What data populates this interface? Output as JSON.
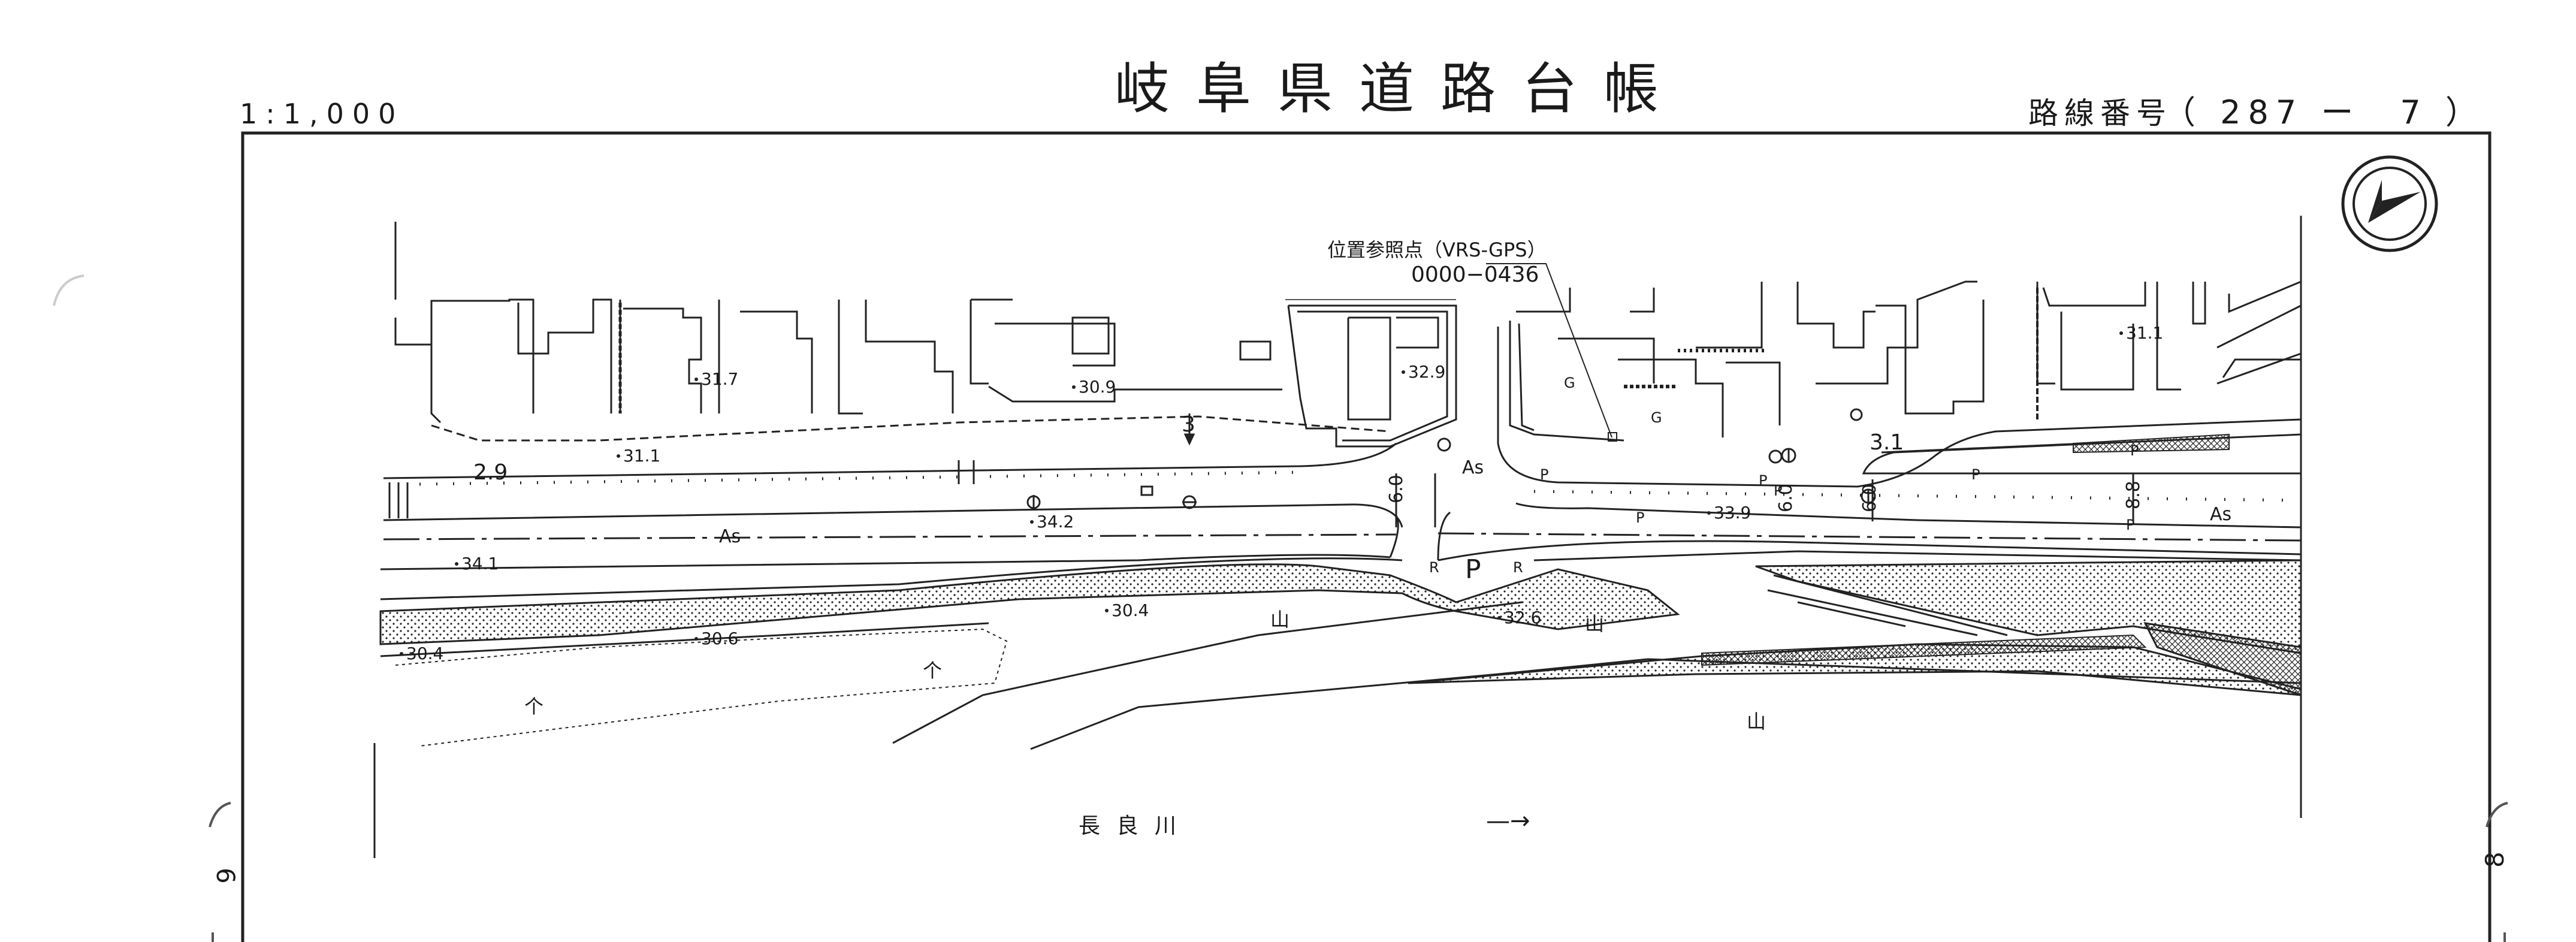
{
  "header": {
    "scale": "1:1,000",
    "title": "岐阜県道路台帳",
    "route_label": "路線番号",
    "route_value": "（ 287 ー　7 ）"
  },
  "map": {
    "reference_point_label": "位置参照点（VRS-GPS）",
    "reference_point_id": "0000−0436",
    "river_name": "長 良 川",
    "flow_arrow": "—→",
    "elevations": [
      "31.7",
      "30.9",
      "32.9",
      "31.1",
      "34.2",
      "33.9",
      "34.1",
      "30.4",
      "30.6",
      "30.4",
      "32.6",
      "31.1"
    ],
    "road_widths": [
      "2.9",
      "3",
      "6.0",
      "6.0",
      "3.1",
      "6.0",
      "8.8"
    ],
    "surface_labels": [
      "As",
      "As",
      "As"
    ],
    "abbreviations": [
      "P",
      "P",
      "P",
      "P",
      "P",
      "P",
      "P",
      "R",
      "R",
      "G",
      "G",
      "P"
    ],
    "glyph_symbols": [
      "山",
      "山",
      "山",
      "个",
      "个"
    ],
    "page_left": "6",
    "page_right": "8"
  }
}
